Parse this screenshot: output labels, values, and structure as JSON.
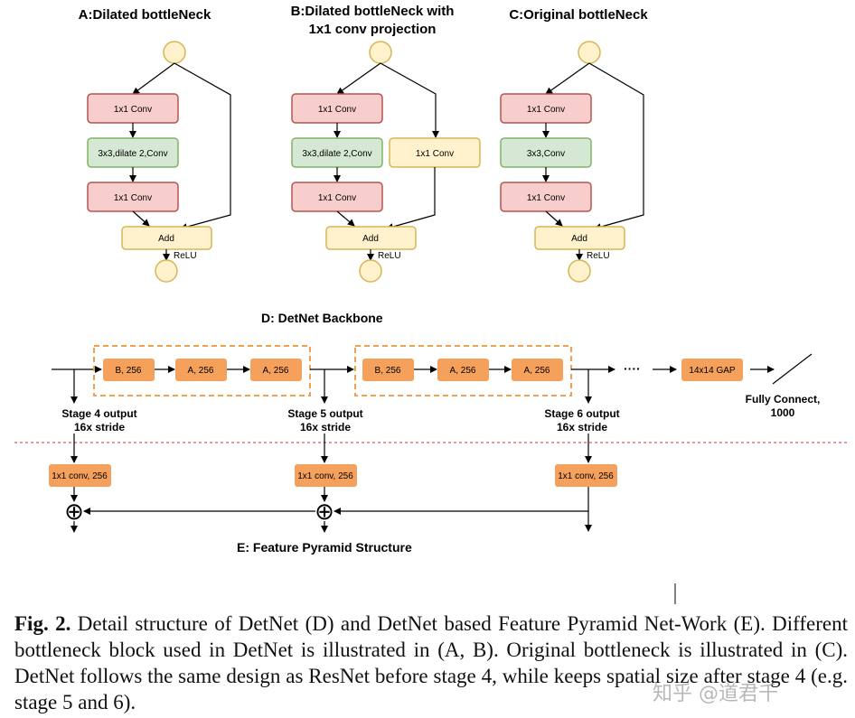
{
  "panels": {
    "a_title": "A:Dilated bottleNeck",
    "b_title_line1": "B:Dilated bottleNeck with",
    "b_title_line2": "1x1 conv projection",
    "c_title": "C:Original bottleNeck"
  },
  "blocks": {
    "conv1x1": "1x1 Conv",
    "dilated": "3x3,dilate 2,Conv",
    "conv3x3": "3x3,Conv",
    "add": "Add",
    "relu": "ReLU"
  },
  "backbone": {
    "title": "D: DetNet Backbone",
    "stage_blocks": [
      "B, 256",
      "A, 256",
      "A, 256"
    ],
    "ellipsis": "····",
    "gap": "14x14 GAP",
    "fc_line1": "Fully Connect,",
    "fc_line2": "1000",
    "stage4_line1": "Stage 4 output",
    "stage5_line1": "Stage 5 output",
    "stage6_line1": "Stage 6 output",
    "stride": "16x stride"
  },
  "fpn": {
    "title": "E: Feature Pyramid Structure",
    "conv_label": "1x1 conv, 256",
    "sum_symbol": "⊕"
  },
  "caption": {
    "lead": "Fig. 2.",
    "text": "Detail structure of DetNet (D) and DetNet based Feature Pyramid Net-Work (E). Different bottleneck block used in DetNet is illustrated in (A, B). Original bottleneck is illustrated in  (C). DetNet follows the same design as ResNet before stage 4, while keeps spatial size after stage 4 (e.g. stage 5 and 6)."
  },
  "watermark": "知乎 @道君千",
  "colors": {
    "red_fill": "#f8cecc",
    "red_stroke": "#b85450",
    "green_fill": "#d5e8d4",
    "green_stroke": "#82b366",
    "yellow_fill": "#fff2cc",
    "yellow_stroke": "#d6b656",
    "orange_fill": "#f5a15b",
    "dashed_orange": "#f0a050",
    "divider_red": "#cc3333"
  }
}
